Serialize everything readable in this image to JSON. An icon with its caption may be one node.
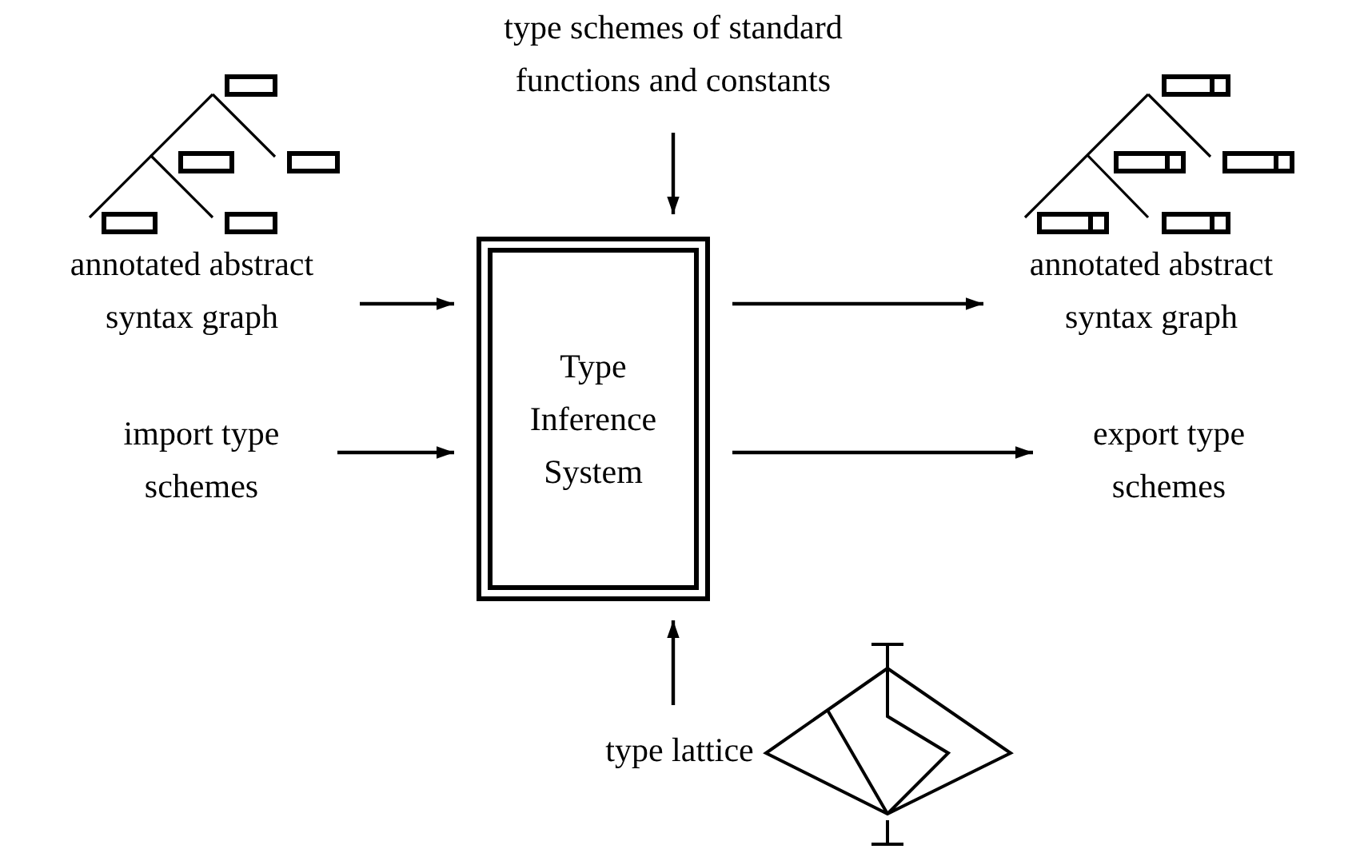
{
  "diagram": {
    "nodes": [
      {
        "text": [
          "Type Inference System"
        ]
      },
      {
        "text": [
          "type schemes of standard functions and constants"
        ]
      },
      {
        "text": [
          "annotated abstract syntax graph"
        ]
      },
      {
        "text": [
          "import type schemes"
        ]
      },
      {
        "text": [
          "annotated abstract syntax graph"
        ]
      },
      {
        "text": [
          "export type schemes"
        ]
      },
      {
        "text": [
          "type lattice"
        ]
      }
    ],
    "edges": [
      {
        "from": 1,
        "to": 0,
        "arrow": "to"
      },
      {
        "from": 2,
        "to": 0,
        "arrow": "to"
      },
      {
        "from": 3,
        "to": 0,
        "arrow": "to"
      },
      {
        "from": 0,
        "to": 4,
        "arrow": "to"
      },
      {
        "from": 0,
        "to": 5,
        "arrow": "to"
      },
      {
        "from": 6,
        "to": 0,
        "arrow": "to"
      }
    ]
  }
}
